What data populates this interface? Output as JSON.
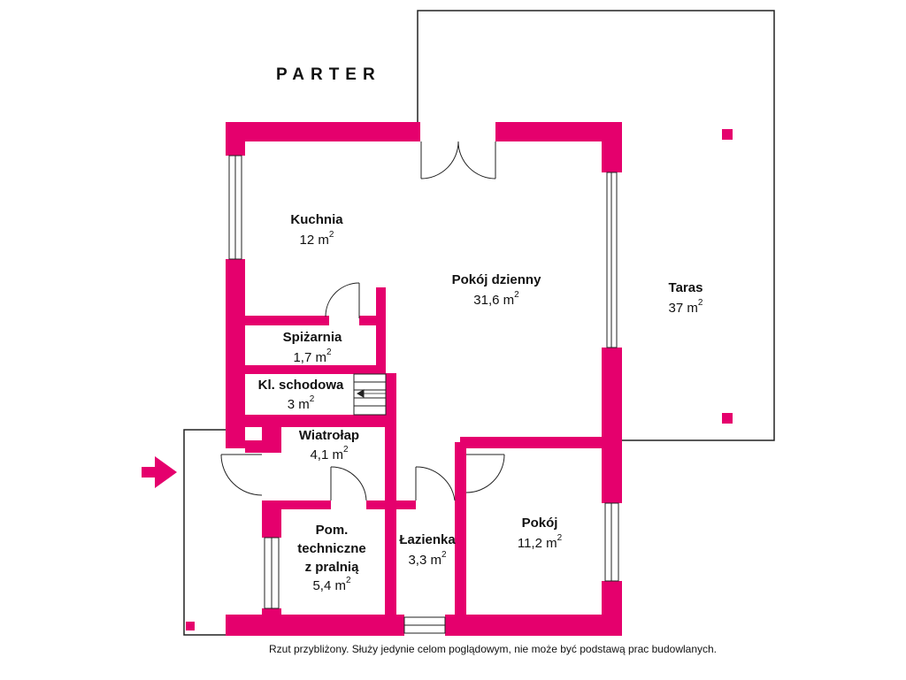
{
  "title": "PARTER",
  "colors": {
    "wall": "#e5006d",
    "line": "#222222",
    "background": "#ffffff"
  },
  "rooms": {
    "kuchnia": {
      "name": "Kuchnia",
      "area": "12 m",
      "unit_sup": "2"
    },
    "pokoj_dzienny": {
      "name": "Pokój dzienny",
      "area": "31,6 m",
      "unit_sup": "2"
    },
    "taras": {
      "name": "Taras",
      "area": "37 m",
      "unit_sup": "2"
    },
    "spizarnia": {
      "name": "Spiżarnia",
      "area": "1,7 m",
      "unit_sup": "2"
    },
    "klatka": {
      "name": "Kl. schodowa",
      "area": "3 m",
      "unit_sup": "2"
    },
    "wiatrolap": {
      "name": "Wiatrołap",
      "area": "4,1 m",
      "unit_sup": "2"
    },
    "pokoj": {
      "name": "Pokój",
      "area": "11,2 m",
      "unit_sup": "2"
    },
    "lazienka": {
      "name": "Łazienka",
      "area": "3,3 m",
      "unit_sup": "2"
    },
    "techniczne": {
      "name_lines": [
        "Pom.",
        "techniczne",
        "z pralnią"
      ],
      "area": "5,4 m",
      "unit_sup": "2"
    }
  },
  "note": "Rzut przybliżony. Służy jedynie celom poglądowym, nie może być podstawą prac budowlanych.",
  "icons": {
    "entrance": "entrance-arrow-icon"
  }
}
